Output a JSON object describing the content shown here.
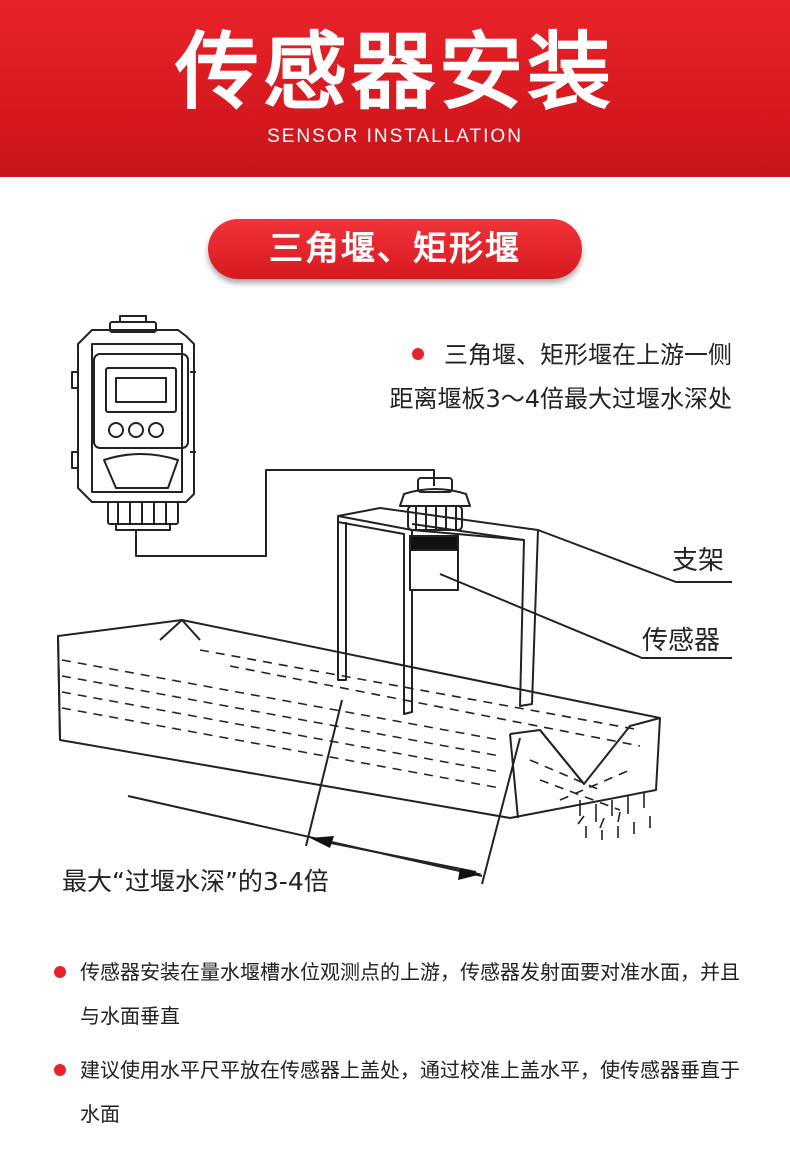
{
  "banner": {
    "title": "传感器安装",
    "subtitle": "SENSOR INSTALLATION"
  },
  "section": {
    "tag": "三角堰、矩形堰"
  },
  "top_note": {
    "line1": "三角堰、矩形堰在上游一侧",
    "line2": "距离堰板3～4倍最大过堰水深处"
  },
  "labels": {
    "bracket": "支架",
    "sensor": "传感器",
    "distance": "最大“过堰水深”的3-4倍"
  },
  "notes": [
    {
      "text": "传感器安装在量水堰槽水位观测点的上游，传感器发射面要对准水面，并且与水面垂直"
    },
    {
      "text": "建议使用水平尺平放在传感器上盖处，通过校准上盖水平，使传感器垂直于水面"
    }
  ],
  "colors": {
    "accent": "#d71920",
    "line": "#222222"
  }
}
